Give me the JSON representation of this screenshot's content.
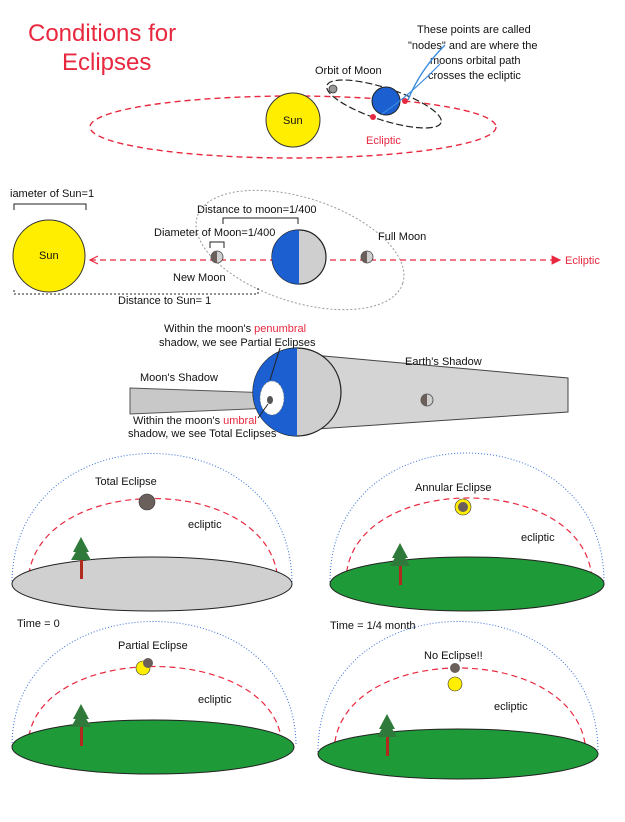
{
  "title": [
    "Conditions for",
    "Eclipses"
  ],
  "colors": {
    "ecliptic_red": "#e8283f",
    "sun_yellow": "#ffee00",
    "earth_blue": "#1b5fd0",
    "ground_green": "#1f9a38",
    "moon_gray": "#8a7c78",
    "shadow_gray": "#d0d0d0"
  },
  "top_panel": {
    "sun": "Sun",
    "orbit_of_moon": "Orbit of Moon",
    "ecliptic": "Ecliptic",
    "nodes_note": [
      "These points are called",
      "\"nodes\" and are where the",
      "moons orbital path",
      "crosses the ecliptic"
    ]
  },
  "middle_panel": {
    "diameter_of_sun": "iameter of Sun=1",
    "sun": "Sun",
    "distance_to_moon": "Distance to moon=1/400",
    "diameter_of_moon": "Diameter of Moon=1/400",
    "full_moon": "Full Moon",
    "new_moon": "New Moon",
    "distance_to_sun": "Distance to Sun= 1",
    "ecliptic": "Ecliptic"
  },
  "shadow_panel": {
    "penumbral_note": {
      "line1": "Within the moon's ",
      "word": "penumbral",
      "line2": "shadow, we see Partial Eclipses"
    },
    "umbral_note": {
      "line1": "Within the moon's ",
      "word": "umbral",
      "line2": "shadow, we see Total Eclipses"
    },
    "moons_shadow": "Moon's Shadow",
    "earths_shadow": "Earth's Shadow"
  },
  "sky_panels": [
    {
      "label": "Total Eclipse",
      "ecliptic": "ecliptic",
      "time": "Time = 0"
    },
    {
      "label": "Annular Eclipse",
      "ecliptic": "ecliptic",
      "time": "Time = 1/4 month"
    },
    {
      "label": "Partial Eclipse",
      "ecliptic": "ecliptic"
    },
    {
      "label": "No Eclipse!!",
      "ecliptic": "ecliptic"
    }
  ]
}
